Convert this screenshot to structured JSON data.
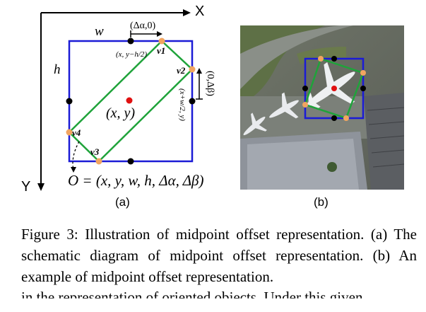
{
  "figure_a": {
    "axis_x": "X",
    "axis_y": "Y",
    "w": "w",
    "h": "h",
    "delta_alpha": "(Δα,0)",
    "delta_beta": "(0,Δβ)",
    "v1": "v1",
    "v2": "v2",
    "v3": "v3",
    "v4": "v4",
    "top_mid": "(x, y−h/2)",
    "right_mid": "(x+w/2, y)",
    "center": "(x, y)",
    "formula": "O = (x, y, w, h, Δα, Δβ)",
    "label": "(a)"
  },
  "figure_b": {
    "label": "(b)"
  },
  "caption": {
    "text": "Figure 3: Illustration of midpoint offset representation. (a) The schematic diagram of midpoint offset representation. (b) An example of midpoint offset representation."
  },
  "cut_text": "in the representation of oriented objects. Under this given",
  "colors": {
    "box": "#1b1bd6",
    "rotated": "#1fa33a",
    "vertex": "#f2a560",
    "mid": "#000000",
    "center": "#e01010"
  }
}
